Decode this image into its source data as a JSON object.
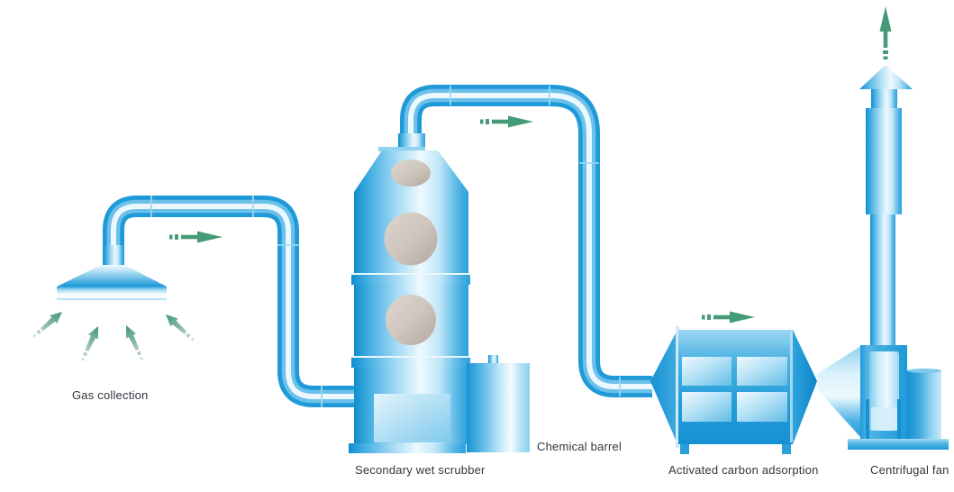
{
  "diagram": {
    "background": "#ffffff",
    "labels": {
      "gas_collection": "Gas collection",
      "secondary_wet_scrubber": "Secondary wet scrubber",
      "chemical_barrel": "Chemical barrel",
      "activated_carbon_adsorption": "Activated carbon adsorption",
      "centrifugal_fan": "Centrifugal fan"
    },
    "colors": {
      "pipe_blue": "#1e9ad8",
      "deep_blue": "#0d86c9",
      "mid_blue": "#2aa0da",
      "light_blue": "#a8dcf4",
      "highlight": "#ecf8fe",
      "flow_arrow_green": "#459b77",
      "spray_arrow_green": "#4a9e7c",
      "window_beige": "#c9bfb6",
      "label_text": "#33363f"
    },
    "flow_arrows": {
      "count": 4,
      "style": "two dashes + solid arrow",
      "directions": [
        "right",
        "right",
        "right",
        "up"
      ]
    },
    "spray_arrows": {
      "count": 4,
      "direction": "upward toward hood"
    },
    "scrubber": {
      "window_count": 3
    },
    "carbon_unit": {
      "panel_count": 4
    }
  }
}
